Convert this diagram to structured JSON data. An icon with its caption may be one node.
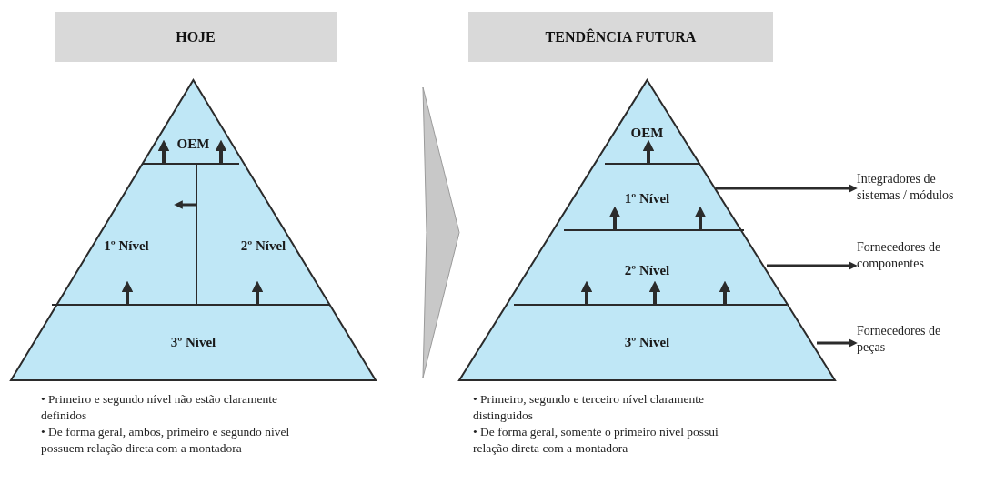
{
  "diagram": {
    "nodes": [
      {
        "text": [
          "HOJE"
        ]
      },
      {
        "text": [
          "TENDÊNCIA FUTURA"
        ]
      },
      {
        "text": [],
        "shape": "triangle",
        "beside": [
          "• Primeiro e segundo nível não estão claramente definidos",
          "• De forma geral, ambos, primeiro e segundo nível possuem relação direta com a montadora"
        ]
      },
      {
        "text": [
          "OEM"
        ],
        "in": 2
      },
      {
        "text": [
          "1º Nível"
        ],
        "in": 2
      },
      {
        "text": [
          "2º Nível"
        ],
        "in": 2
      },
      {
        "text": [
          "3º Nível"
        ],
        "in": 2
      },
      {
        "text": [],
        "shape": "triangle",
        "beside": [
          "• Primeiro, segundo e terceiro nível claramente distinguidos",
          "• De forma geral, somente o primeiro nível possui relação direta com a montadora"
        ]
      },
      {
        "text": [
          "OEM"
        ],
        "in": 7
      },
      {
        "text": [
          "1º Nível"
        ],
        "in": 7
      },
      {
        "text": [
          "2º Nível"
        ],
        "in": 7
      },
      {
        "text": [
          "3º Nível"
        ],
        "in": 7
      },
      {
        "text": [
          "Integradores de sistemas / módulos"
        ]
      },
      {
        "text": [
          "Fornecedores de componentes"
        ]
      },
      {
        "text": [
          "Fornecedores de peças"
        ]
      }
    ],
    "edges": [
      {
        "from": 4,
        "to": 3,
        "arrow": "to"
      },
      {
        "from": 5,
        "to": 3,
        "arrow": "to"
      },
      {
        "from": 5,
        "to": 4,
        "arrow": "to"
      },
      {
        "from": 6,
        "to": 4,
        "arrow": "to"
      },
      {
        "from": 6,
        "to": 5,
        "arrow": "to"
      },
      {
        "from": 2,
        "to": 7,
        "arrow": "to",
        "style": "thick",
        "color": "#c8c8c8"
      },
      {
        "from": 9,
        "to": 8,
        "arrow": "to"
      },
      {
        "from": 10,
        "to": 9,
        "arrow": "to"
      },
      {
        "from": 10,
        "to": 9,
        "arrow": "to"
      },
      {
        "from": 11,
        "to": 10,
        "arrow": "to"
      },
      {
        "from": 11,
        "to": 10,
        "arrow": "to"
      },
      {
        "from": 11,
        "to": 10,
        "arrow": "to"
      },
      {
        "from": 9,
        "to": 12,
        "arrow": "to"
      },
      {
        "from": 10,
        "to": 13,
        "arrow": "to"
      },
      {
        "from": 11,
        "to": 14,
        "arrow": "to"
      }
    ]
  }
}
